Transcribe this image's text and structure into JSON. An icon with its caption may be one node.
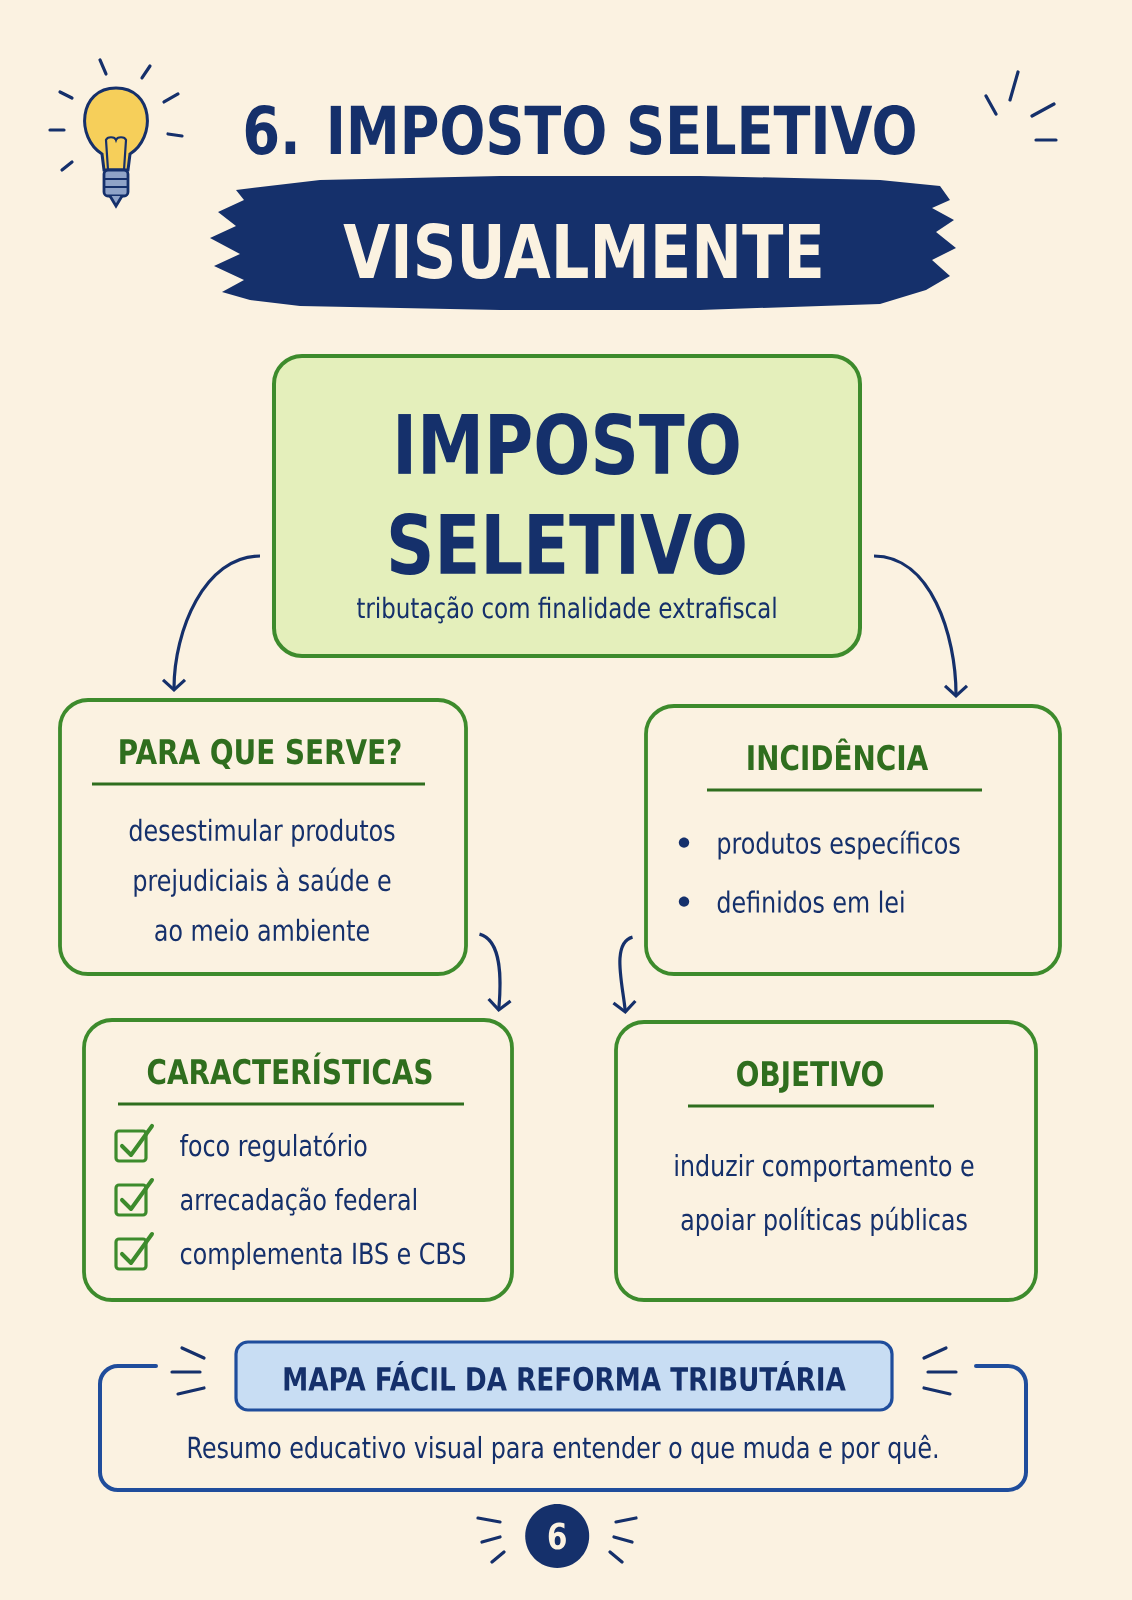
{
  "diagram": {
    "title": "6. IMPOSTO SELETIVO",
    "nodes": [
      {
        "text": [
          "VISUALMENTE"
        ]
      },
      {
        "text": [
          "IMPOSTO SELETIVO",
          "tributação com finalidade extrafiscal"
        ]
      },
      {
        "text": [
          "PARA QUE SERVE?",
          "desestimular produtos prejudiciais à saúde e ao meio ambiente"
        ]
      },
      {
        "text": [
          "INCIDÊNCIA",
          "produtos específicos",
          "definidos em lei"
        ]
      },
      {
        "text": [
          "CARACTERÍSTICAS",
          "foco regulatório",
          "arrecadação federal",
          "complementa IBS e CBS"
        ]
      },
      {
        "text": [
          "OBJETIVO",
          "induzir comportamento e apoiar políticas públicas"
        ]
      },
      {
        "text": [
          "Resumo educativo visual para entender o que muda e por quê."
        ]
      },
      {
        "text": [
          "MAPA FÁCIL DA REFORMA TRIBUTÁRIA"
        ]
      },
      {
        "text": [
          "6"
        ]
      }
    ],
    "edges": [
      {
        "from": 1,
        "to": 2,
        "arrow": "to"
      },
      {
        "from": 1,
        "to": 3,
        "arrow": "to"
      },
      {
        "from": 2,
        "to": 4,
        "arrow": "to"
      },
      {
        "from": 3,
        "to": 5,
        "arrow": "to"
      }
    ]
  }
}
